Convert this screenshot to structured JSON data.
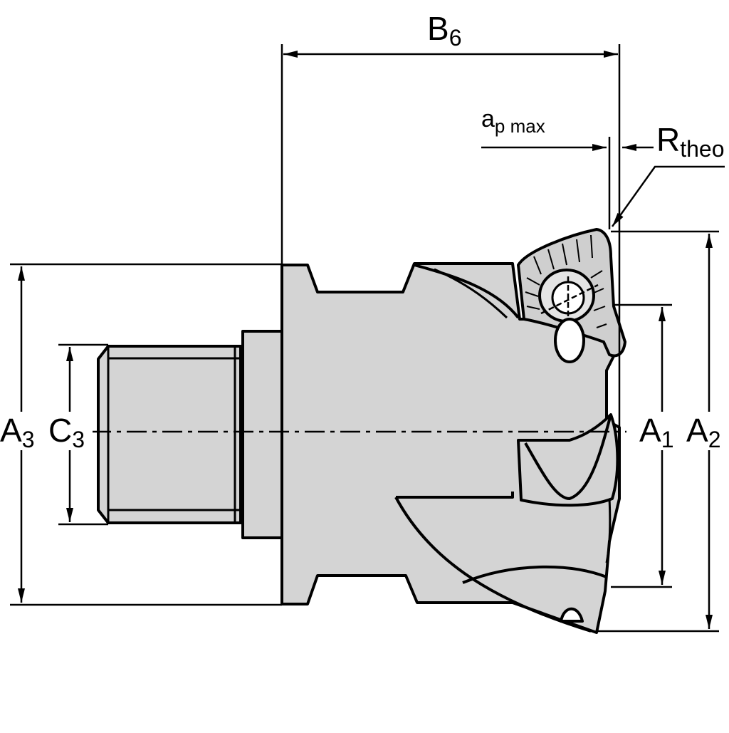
{
  "colors": {
    "body_fill": "#d4d4d4",
    "outline": "#000000",
    "background": "#ffffff"
  },
  "dimensions": {
    "b6": {
      "main": "B",
      "sub": "6"
    },
    "ap_max": {
      "main": "a",
      "sub": "p max"
    },
    "r_theo": {
      "main": "R",
      "sub": "theo"
    },
    "a3": {
      "main": "A",
      "sub": "3"
    },
    "c3": {
      "main": "C",
      "sub": "3"
    },
    "a1": {
      "main": "A",
      "sub": "1"
    },
    "a2": {
      "main": "A",
      "sub": "2"
    }
  }
}
